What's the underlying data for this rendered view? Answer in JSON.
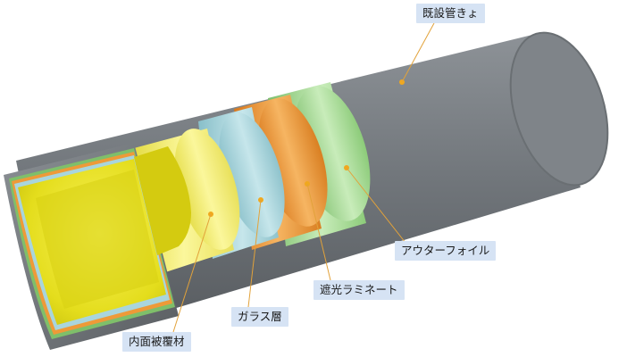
{
  "labels": {
    "existing_pipe": "既設管きょ",
    "outer_foil": "アウターフォイル",
    "light_shield_laminate": "遮光ラミネート",
    "glass_layer": "ガラス層",
    "inner_coating": "内面被覆材"
  },
  "colors": {
    "existing_pipe": "#73787d",
    "outer_foil": "#b4dfa6",
    "light_shield_laminate": "#ec9a3c",
    "glass_layer": "#a9d5dc",
    "inner_coating": "#eeea6a",
    "leader": "#e2a23a",
    "label_bg": "#d6e3f4"
  }
}
